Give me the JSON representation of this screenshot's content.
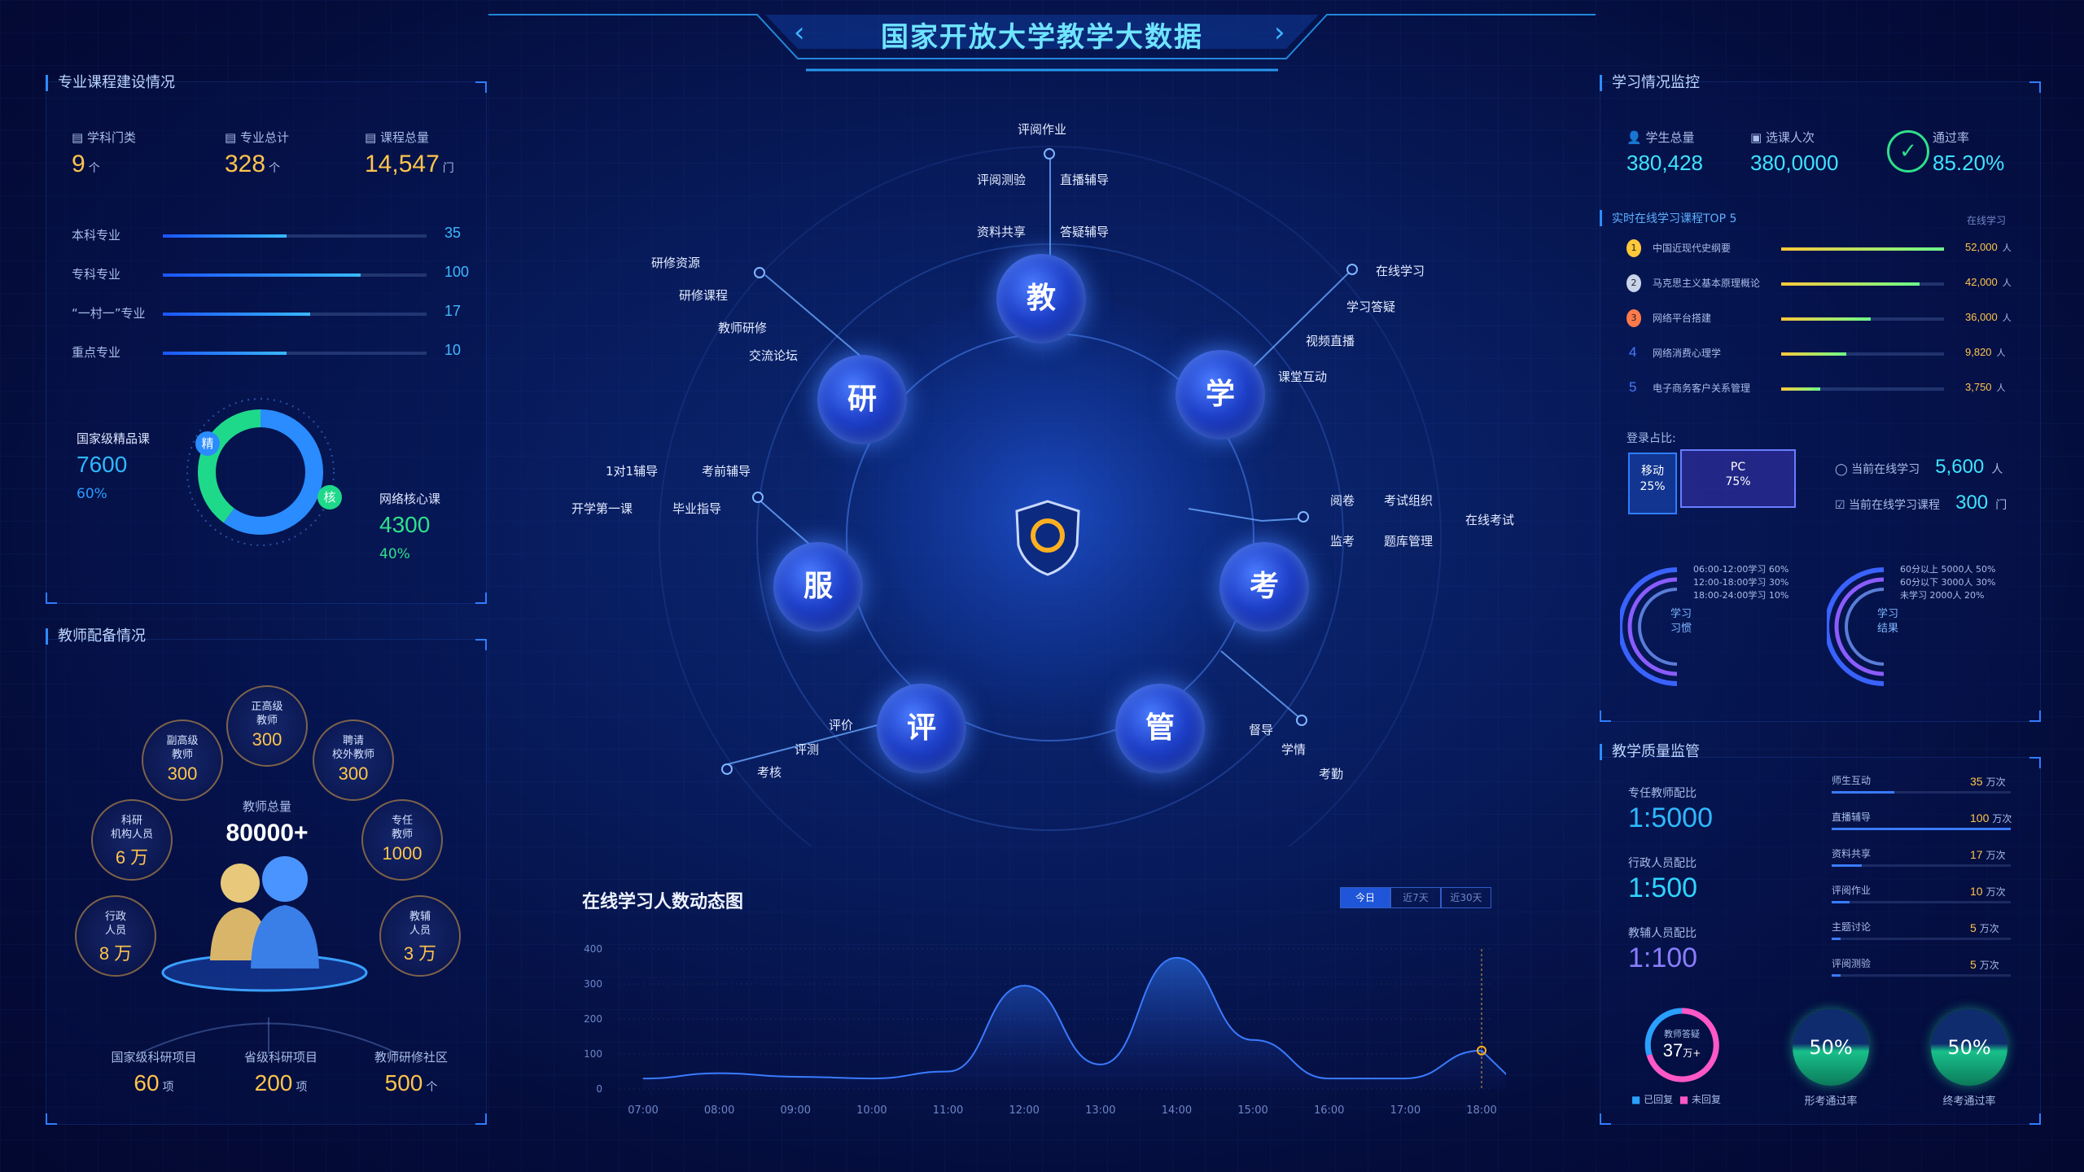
{
  "header": {
    "title": "国家开放大学教学大数据",
    "prev": "‹",
    "next": "›"
  },
  "course": {
    "title": "专业课程建设情况",
    "stats": [
      {
        "label": "学科门类",
        "value": "9",
        "unit": "个"
      },
      {
        "label": "专业总计",
        "value": "328",
        "unit": "个"
      },
      {
        "label": "课程总量",
        "value": "14,547",
        "unit": "门"
      }
    ],
    "bars": [
      {
        "label": "本科专业",
        "value": 35,
        "fill": 0.47
      },
      {
        "label": "专科专业",
        "value": 100,
        "fill": 0.75
      },
      {
        "label": "“一村一”专业",
        "value": 17,
        "fill": 0.56
      },
      {
        "label": "重点专业",
        "value": 10,
        "fill": 0.47
      }
    ],
    "donut": {
      "a_label": "国家级精品课",
      "a_value": "7600",
      "a_pct": "60%",
      "a_badge": "精",
      "b_label": "网络核心课",
      "b_value": "4300",
      "b_pct": "40%",
      "b_badge": "核",
      "a_frac": 0.6
    }
  },
  "teacher": {
    "title": "教师配备情况",
    "total_label": "教师总量",
    "total_value": "80000+",
    "bubbles": [
      {
        "l1": "正高级",
        "l2": "教师",
        "v": "300"
      },
      {
        "l1": "副高级",
        "l2": "教师",
        "v": "300"
      },
      {
        "l1": "聘请",
        "l2": "校外教师",
        "v": "300"
      },
      {
        "l1": "科研",
        "l2": "机构人员",
        "v": "6 万"
      },
      {
        "l1": "专任",
        "l2": "教师",
        "v": "1000"
      },
      {
        "l1": "行政",
        "l2": "人员",
        "v": "8 万"
      },
      {
        "l1": "教辅",
        "l2": "人员",
        "v": "3 万"
      }
    ],
    "projects": [
      {
        "label": "国家级科研项目",
        "value": "60",
        "unit": "项"
      },
      {
        "label": "省级科研项目",
        "value": "200",
        "unit": "项"
      },
      {
        "label": "教师研修社区",
        "value": "500",
        "unit": "个"
      }
    ]
  },
  "wheel": {
    "center_icon": "shield-logo-icon",
    "nodes": [
      {
        "key": "teach",
        "label": "教"
      },
      {
        "key": "learn",
        "label": "学"
      },
      {
        "key": "exam",
        "label": "考"
      },
      {
        "key": "manage",
        "label": "管"
      },
      {
        "key": "eval",
        "label": "评"
      },
      {
        "key": "serve",
        "label": "服"
      },
      {
        "key": "research",
        "label": "研"
      }
    ],
    "labels": [
      "评阅作业",
      "评阅测验",
      "直播辅导",
      "资料共享",
      "答疑辅导",
      "在线学习",
      "学习答疑",
      "视频直播",
      "课堂互动",
      "阅卷",
      "考试组织",
      "在线考试",
      "监考",
      "题库管理",
      "督导",
      "学情",
      "考勤",
      "评价",
      "评测",
      "考核",
      "1对1辅导",
      "考前辅导",
      "开学第一课",
      "毕业指导",
      "研修资源",
      "研修课程",
      "教师研修",
      "交流论坛"
    ]
  },
  "online_chart": {
    "title": "在线学习人数动态图",
    "tabs": [
      "今日",
      "近7天",
      "近30天"
    ],
    "active_tab": 0
  },
  "chart_data": {
    "type": "area",
    "x": [
      "07:00",
      "08:00",
      "09:00",
      "10:00",
      "11:00",
      "12:00",
      "13:00",
      "14:00",
      "15:00",
      "16:00",
      "17:00",
      "18:00"
    ],
    "y_ticks": [
      0,
      100,
      200,
      300,
      400
    ],
    "ylim": [
      0,
      400
    ],
    "series": [
      {
        "values": [
          30,
          45,
          35,
          30,
          50,
          295,
          70,
          375,
          140,
          30,
          30,
          110
        ]
      }
    ]
  },
  "monitor": {
    "title": "学习情况监控",
    "stats": [
      {
        "label": "学生总量",
        "value": "380,428"
      },
      {
        "label": "选课人次",
        "value": "380,0000"
      },
      {
        "label": "通过率",
        "value": "85.20%"
      }
    ],
    "top_title": "实时在线学习课程TOP 5",
    "top_col": "在线学习",
    "top": [
      {
        "rank": "1",
        "name": "中国近现代史纲要",
        "value": "52,000",
        "unit": "人",
        "fill": 1.0
      },
      {
        "rank": "2",
        "name": "马克思主义基本原理概论",
        "value": "42,000",
        "unit": "人",
        "fill": 0.85
      },
      {
        "rank": "3",
        "name": "网络平台搭建",
        "value": "36,000",
        "unit": "人",
        "fill": 0.55
      },
      {
        "rank": "4",
        "name": "网络消费心理学",
        "value": "9,820",
        "unit": "人",
        "fill": 0.4
      },
      {
        "rank": "5",
        "name": "电子商务客户关系管理",
        "value": "3,750",
        "unit": "人",
        "fill": 0.24
      }
    ],
    "login_title": "登录占比:",
    "mobile_label": "移动",
    "mobile_pct": "25%",
    "pc_label": "PC",
    "pc_pct": "75%",
    "online_now_label": "当前在线学习",
    "online_now_value": "5,600",
    "online_now_unit": "人",
    "course_now_label": "当前在线学习课程",
    "course_now_value": "300",
    "course_now_unit": "门",
    "habit": {
      "title1": "学习",
      "title2": "习惯",
      "lines": [
        "06:00-12:00学习 60%",
        "12:00-18:00学习 30%",
        "18:00-24:00学习 10%"
      ]
    },
    "result": {
      "title1": "学习",
      "title2": "结果",
      "lines": [
        "60分以上 5000人 50%",
        "60分以下 3000人 30%",
        "未学习 2000人 20%"
      ]
    }
  },
  "quality": {
    "title": "教学质量监管",
    "ratios": [
      {
        "label": "专任教师配比",
        "value": "1:5000"
      },
      {
        "label": "行政人员配比",
        "value": "1:500"
      },
      {
        "label": "教辅人员配比",
        "value": "1:100"
      }
    ],
    "items": [
      {
        "label": "师生互动",
        "value": "35",
        "unit": "万次",
        "fill": 0.35
      },
      {
        "label": "直播辅导",
        "value": "100",
        "unit": "万次",
        "fill": 1.0
      },
      {
        "label": "资料共享",
        "value": "17",
        "unit": "万次",
        "fill": 0.17
      },
      {
        "label": "评阅作业",
        "value": "10",
        "unit": "万次",
        "fill": 0.1
      },
      {
        "label": "主题讨论",
        "value": "5",
        "unit": "万次",
        "fill": 0.05
      },
      {
        "label": "评阅测验",
        "value": "5",
        "unit": "万次",
        "fill": 0.05
      }
    ],
    "qa_label": "教师答疑",
    "qa_value": "37",
    "qa_unit": "万+",
    "qa_done": "已回复",
    "qa_undone": "未回复",
    "pass1_value": "50%",
    "pass1_label": "形考通过率",
    "pass2_value": "50%",
    "pass2_label": "终考通过率"
  }
}
